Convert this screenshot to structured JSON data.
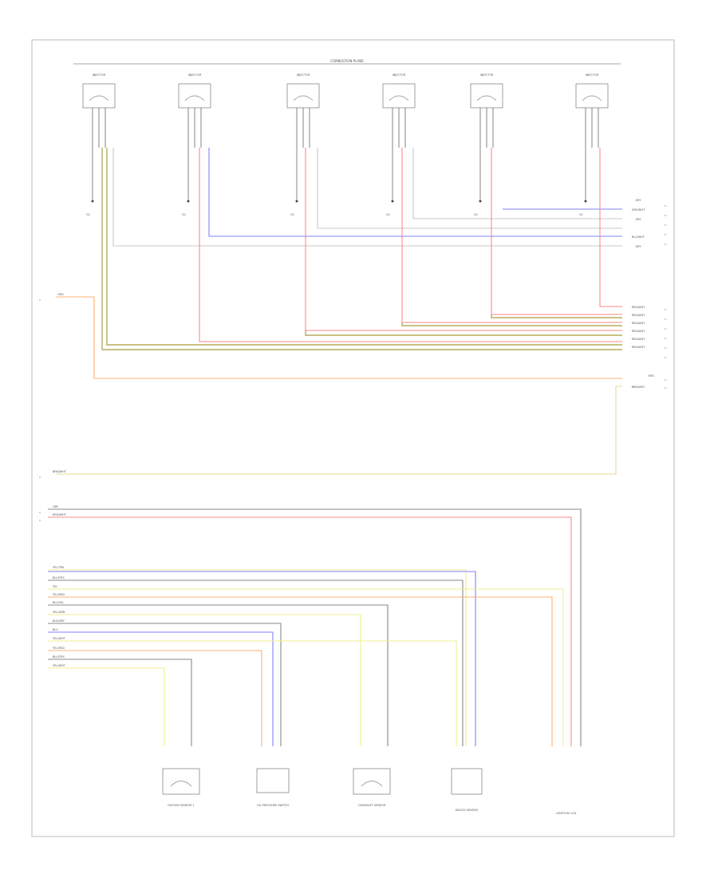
{
  "diagram": {
    "section_title": "COMBUSTION PLANE",
    "footer_code": "",
    "colors": {
      "border": "#bbbbbb",
      "gray": "#c8c8c8",
      "dark": "#666666",
      "red": "#ff8a8a",
      "blue": "#8080ff",
      "yellow": "#f0ee90",
      "olive": "#b5ad5c",
      "orange": "#ffb070",
      "lightgray": "#d8d8d8"
    },
    "injectors": [
      {
        "label": "INJECTOR",
        "ground_label": "G1"
      },
      {
        "label": "INJECTOR",
        "ground_label": "G1"
      },
      {
        "label": "INJECTOR",
        "ground_label": "G1"
      },
      {
        "label": "INJECTOR",
        "ground_label": "G1"
      },
      {
        "label": "INJECTOR",
        "ground_label": "G1"
      },
      {
        "label": "INJECTOR",
        "ground_label": "G1"
      }
    ],
    "right_wire_labels": {
      "top_group": [
        "GRY",
        "GRY/WHT",
        "GRY",
        "BLU/WHT",
        "GRY"
      ],
      "mid_group": [
        "RED/WHT",
        "RED/WHT",
        "RED/WHT",
        "RED/WHT",
        "RED/WHT",
        "RED/WHT"
      ],
      "lower_pair": [
        "ORG",
        "BRN/WHT"
      ]
    },
    "left_labels": {
      "orange_wire": "ORG",
      "tan_wire": "BRN/WHT",
      "gray_wire": "GRY",
      "red_wire": "RED/WHT",
      "bundle": [
        "YEL/TRS",
        "BLU/TRS",
        "YEL",
        "YEL/RED",
        "BLU/YEL",
        "YEL/GRN",
        "BLK/GRY",
        "BLU",
        "YEL/WHT",
        "YEL/RED",
        "BLU/TRS",
        "YEL/WHT"
      ]
    },
    "components": [
      {
        "label": "OXYGEN SENSOR 1"
      },
      {
        "label": "OIL PRESSURE SWITCH"
      },
      {
        "label": "CAMSHAFT SENSOR"
      },
      {
        "label": "KNOCK SENSOR"
      },
      {
        "label": "IGNITION COIL"
      }
    ]
  }
}
